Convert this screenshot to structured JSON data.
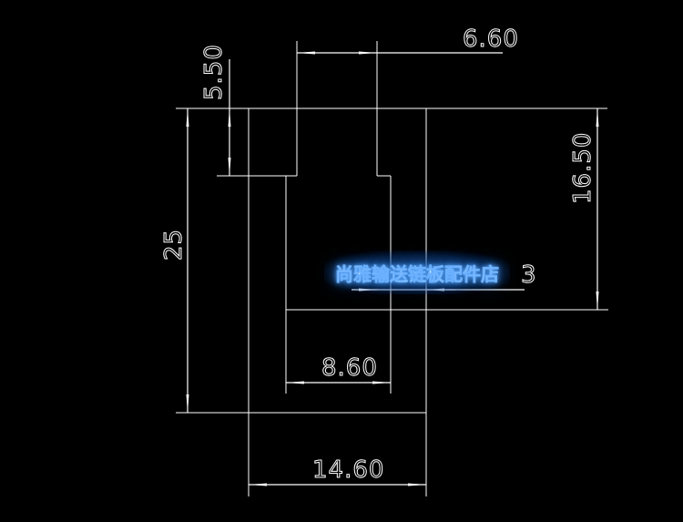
{
  "drawing": {
    "background": "#000000",
    "line_color": "#ffffff",
    "dimensions": {
      "top_width": "6.60",
      "step_height": "5.50",
      "total_height": "25",
      "right_height": "16.50",
      "inner_width": "8.60",
      "bottom_width": "14.60",
      "hidden_dim_partial": "3"
    }
  },
  "watermark": {
    "text": "尚雅输送链板配件店",
    "glow_color": "#3a8fe8"
  }
}
